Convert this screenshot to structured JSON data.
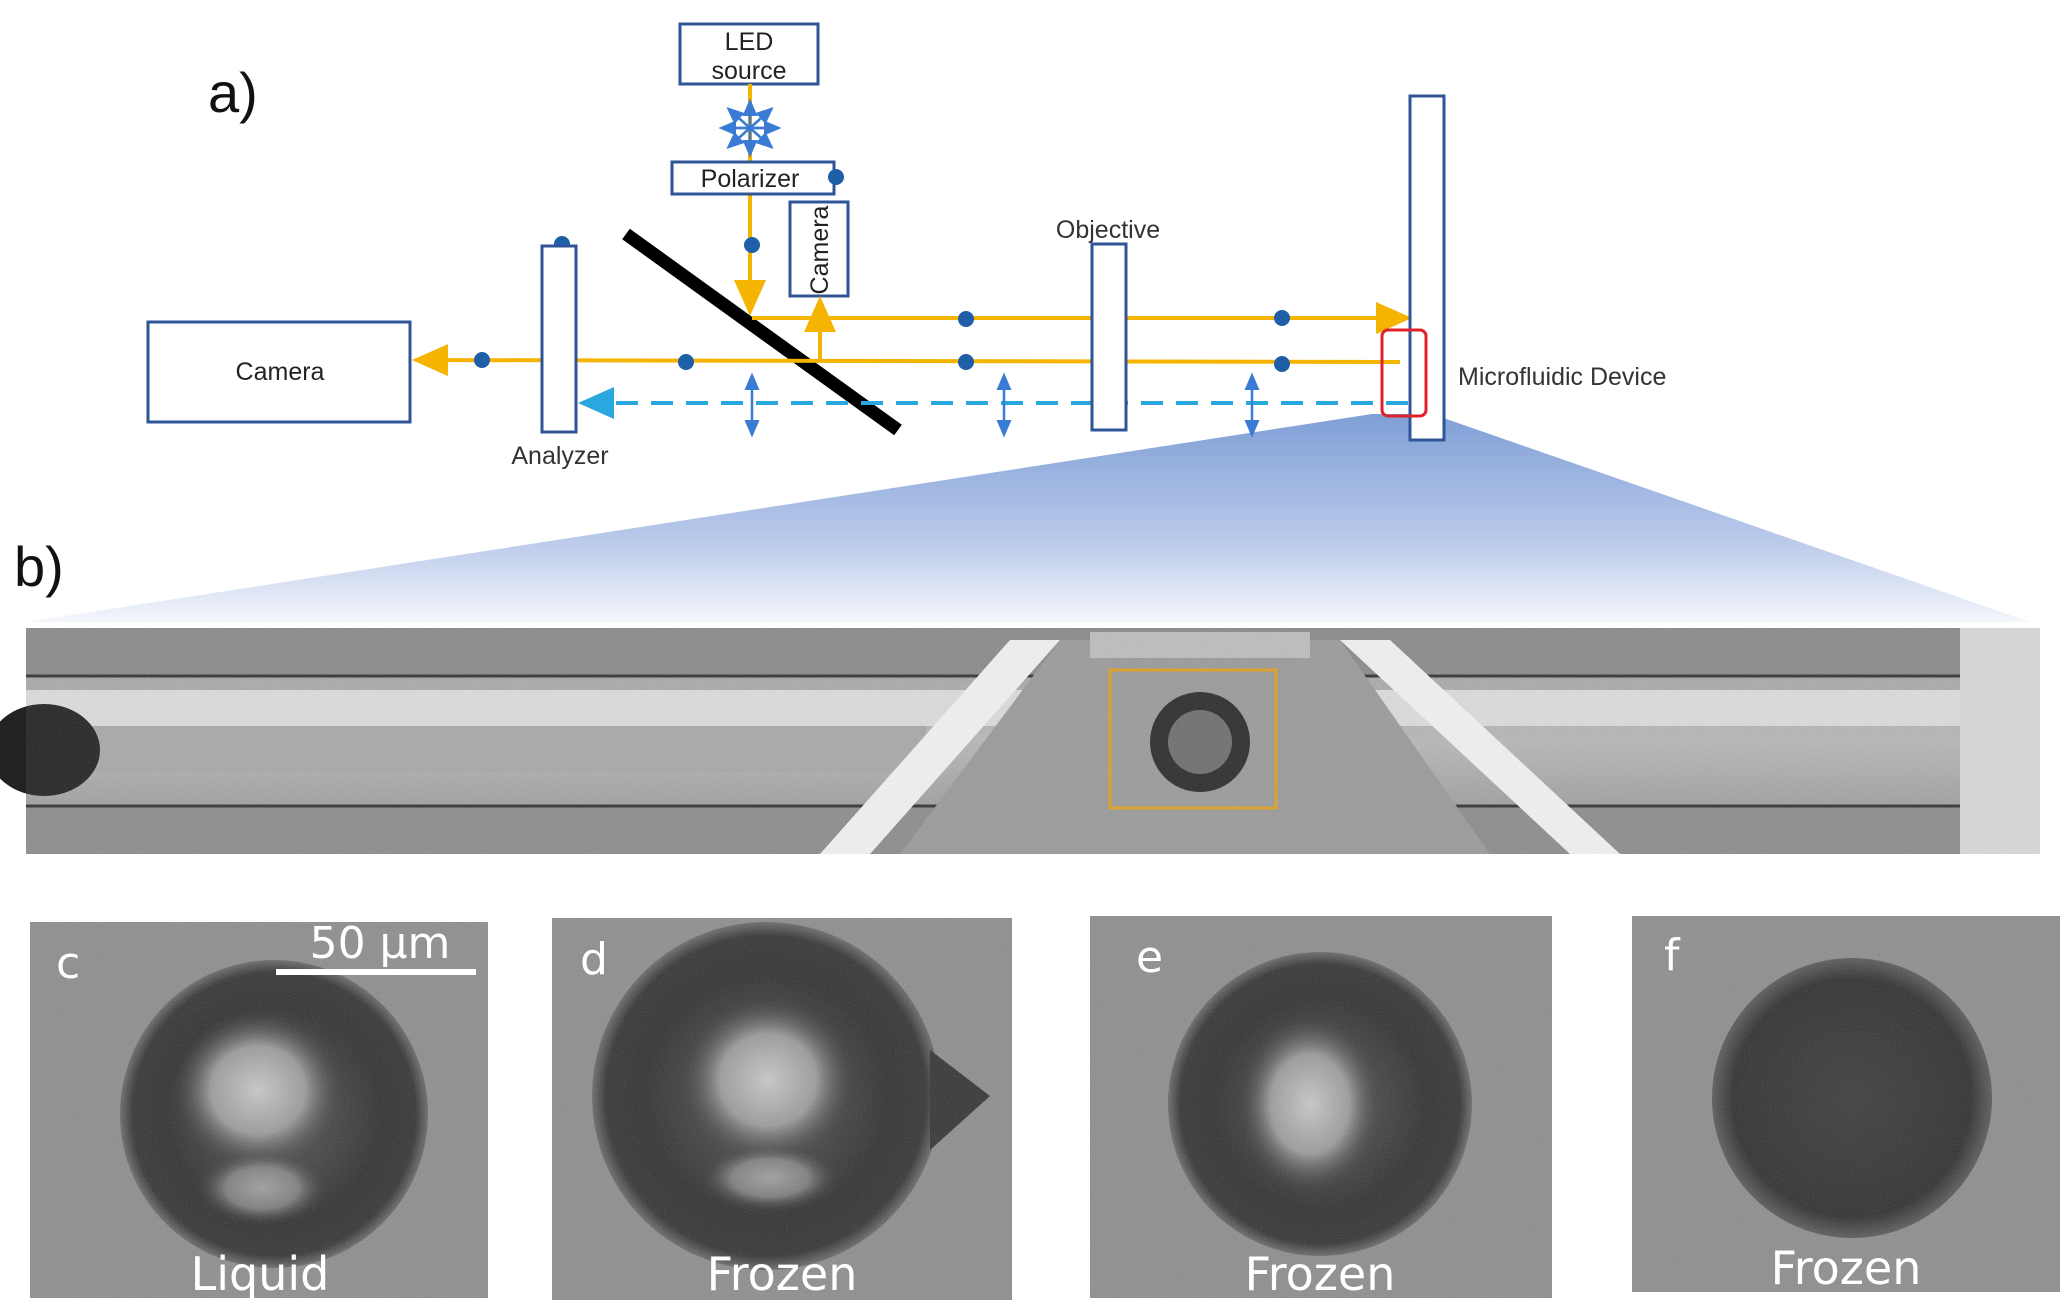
{
  "panel_a": {
    "letter": "a)",
    "led_source": [
      "LED",
      "source"
    ],
    "polarizer": "Polarizer",
    "camera_small": "Camera",
    "camera_main": "Camera",
    "objective": "Objective",
    "analyzer": "Analyzer",
    "microfluidic_device": "Microfluidic Device",
    "colors": {
      "beam": "#f4b400",
      "reference_beam": "#29a8e0",
      "component_outline": "#2f5597",
      "polarization_dot": "#1f5fa8",
      "selection_box": "#e0202a"
    }
  },
  "panel_b": {
    "letter": "b)",
    "colors": {
      "highlight_box": "#e0a020",
      "zoom_wedge": "#8eaadb"
    }
  },
  "micrographs": [
    {
      "letter": "c",
      "state": "Liquid",
      "scale_bar": "50 µm"
    },
    {
      "letter": "d",
      "state": "Frozen"
    },
    {
      "letter": "e",
      "state": "Frozen"
    },
    {
      "letter": "f",
      "state": "Frozen"
    }
  ]
}
